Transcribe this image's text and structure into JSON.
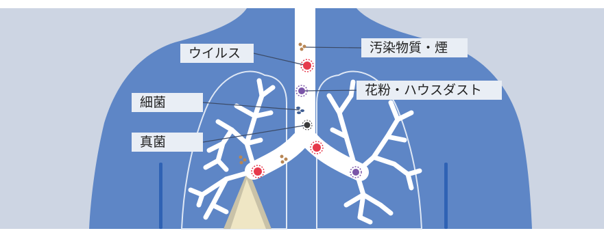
{
  "labels": {
    "virus": "ウイルス",
    "pollution": "汚染物質・煙",
    "bacteria": "細菌",
    "pollen": "花粉・ハウスダスト",
    "fungi": "真菌"
  },
  "colors": {
    "background": "#cdd5e3",
    "body": "#5e86c6",
    "lung_outline": "#dfe8f5",
    "airway": "#ffffff",
    "virus": "#e6394b",
    "pollen": "#7b55a8",
    "bacteria": "#3f5d92",
    "fungi": "#3a3a3a",
    "pollution": "#b88654"
  }
}
